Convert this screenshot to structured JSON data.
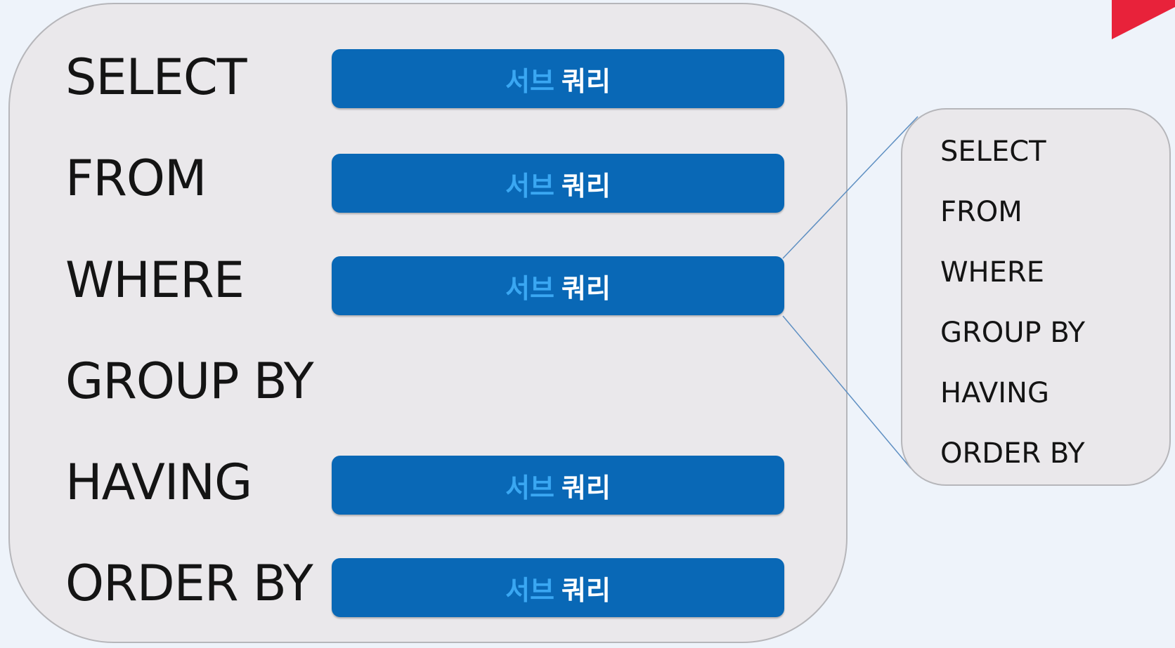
{
  "main": {
    "clauses": [
      "SELECT",
      "FROM",
      "WHERE",
      "GROUP BY",
      "HAVING",
      "ORDER BY"
    ]
  },
  "subquery": {
    "part_a": "서브",
    "part_b": "쿼리"
  },
  "detail": {
    "clauses": [
      "SELECT",
      "FROM",
      "WHERE",
      "GROUP BY",
      "HAVING",
      "ORDER BY"
    ]
  },
  "colors": {
    "bar": "#0968b6",
    "bar_text_accent": "#3aa7f2",
    "bar_text": "#ffffff",
    "panel": "#eae8eb",
    "background": "#eef3fa",
    "accent": "#e8223a"
  }
}
